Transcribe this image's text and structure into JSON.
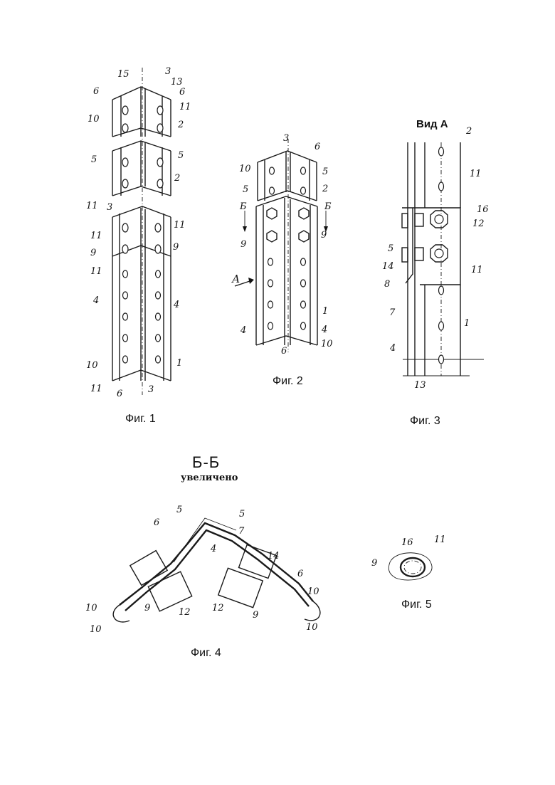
{
  "captions": {
    "fig1": "Фиг. 1",
    "fig2": "Фиг. 2",
    "fig3": "Фиг. 3",
    "fig4": "Фиг. 4",
    "fig5": "Фиг. 5"
  },
  "headings": {
    "view_a": "Вид А",
    "section": "Б-Б",
    "section_note": "увеличено"
  },
  "fig1_labels": [
    "15",
    "3",
    "13",
    "6",
    "6",
    "11",
    "10",
    "2",
    "5",
    "5",
    "2",
    "11",
    "3",
    "11",
    "11",
    "9",
    "9",
    "11",
    "4",
    "4",
    "10",
    "11",
    "6",
    "3",
    "1"
  ],
  "fig2_labels": [
    "3",
    "6",
    "10",
    "5",
    "5",
    "2",
    "Б",
    "Б",
    "9",
    "9",
    "А",
    "1",
    "4",
    "4",
    "6",
    "10"
  ],
  "fig3_labels": [
    "2",
    "11",
    "16",
    "12",
    "5",
    "14",
    "8",
    "11",
    "7",
    "1",
    "4",
    "13"
  ],
  "fig4_labels": [
    "5",
    "5",
    "6",
    "7",
    "4",
    "14",
    "6",
    "10",
    "10",
    "9",
    "12",
    "12",
    "9",
    "10",
    "10"
  ],
  "fig5_labels": [
    "16",
    "11",
    "9"
  ]
}
